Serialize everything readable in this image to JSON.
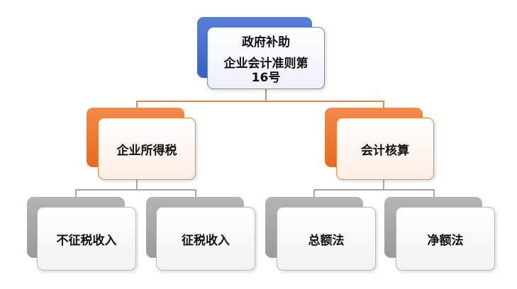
{
  "root": {
    "line1": "政府补助",
    "line2": "企业会计准则第16号"
  },
  "level2": [
    {
      "label": "企业所得税"
    },
    {
      "label": "会计核算"
    }
  ],
  "level3": [
    {
      "label": "不征税收入"
    },
    {
      "label": "征税收入"
    },
    {
      "label": "总额法"
    },
    {
      "label": "净额法"
    }
  ],
  "colors": {
    "root": "#3a5fc0",
    "level2": "#ea6a1e",
    "level3": "#a0a0a0"
  }
}
